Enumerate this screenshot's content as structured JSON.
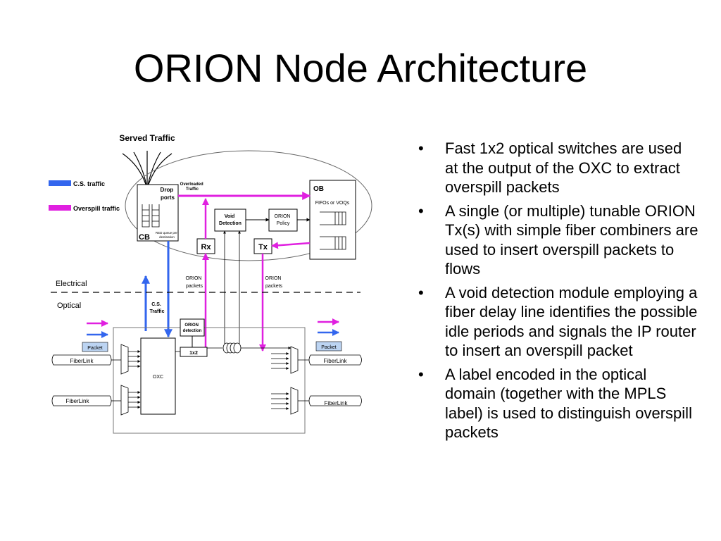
{
  "title": "ORION Node Architecture",
  "bullets": [
    "Fast 1x2 optical switches are used at the output of the OXC to extract overspill packets",
    "A single (or multiple) tunable ORION Tx(s) with simple fiber combiners are used to insert overspill packets to flows",
    "A void detection module employing a fiber delay line identifies the possible idle periods and signals the IP router to insert an overspill packet",
    "A label encoded in the optical domain (together with the MPLS label) is used to distinguish overspill packets"
  ],
  "bullet_symbol": "•",
  "diagram": {
    "served_traffic": "Served Traffic",
    "legend": {
      "cs": "C.S. traffic",
      "overspill": "Overspill traffic"
    },
    "drop_ports": [
      "Drop",
      "ports"
    ],
    "overloaded": [
      "Overloaded",
      "Traffic"
    ],
    "ob": "OB",
    "fifos": "FIFOs or VOQs",
    "void_detection": [
      "Void",
      "Detection"
    ],
    "orion_policy": [
      "ORION",
      "Policy"
    ],
    "cb": "CB",
    "red_queue": [
      "RED queue per",
      "destination"
    ],
    "rx": "Rx",
    "tx": "Tx",
    "orion_packets": [
      "ORION",
      "packets"
    ],
    "electrical": "Electrical",
    "optical": "Optical",
    "cs_traffic": [
      "C.S.",
      "Traffic"
    ],
    "orion_detection": [
      "ORION",
      "detection"
    ],
    "switch_1x2": "1x2",
    "packet": "Packet",
    "fiberlink": "FiberLink",
    "oxc": "OXC"
  },
  "colors": {
    "cs": "#3366ee",
    "overspill": "#e020e0"
  }
}
